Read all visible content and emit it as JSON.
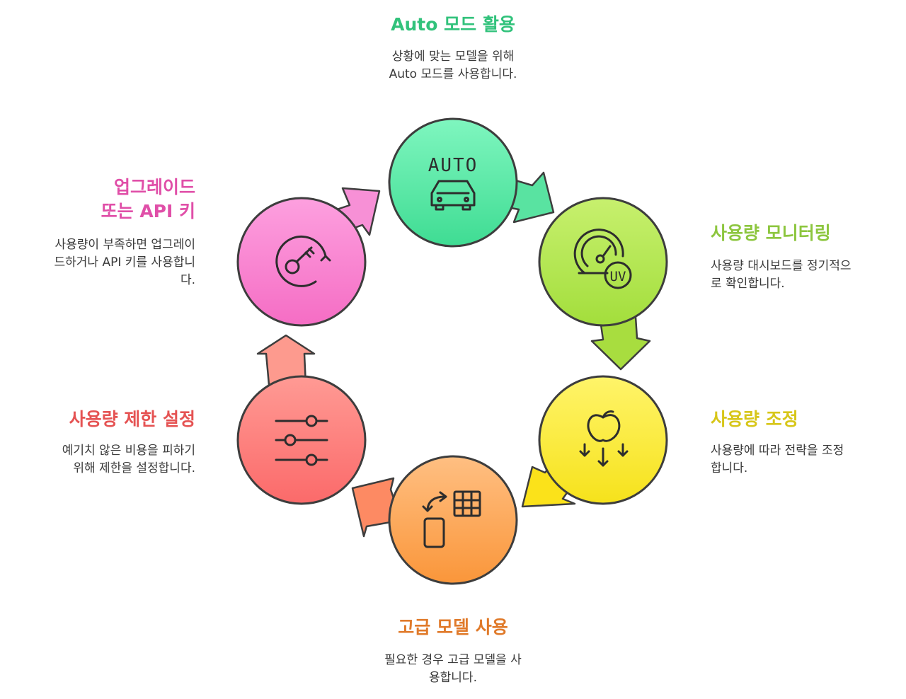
{
  "steps": {
    "auto": {
      "title": "Auto 모드 활용",
      "description": "상황에 맞는 모델을 위해\nAuto 모드를 사용합니다.",
      "icon_label": "AUTO",
      "icon": "auto-car-icon",
      "color": "#31c27b"
    },
    "monitoring": {
      "title": "사용량 모니터링",
      "description": "사용량 대시보드를 정기적으\n로 확인합니다.",
      "icon_label": "UV",
      "icon": "gauge-icon",
      "color": "#8dc63f"
    },
    "adjust": {
      "title": "사용량 조정",
      "description": "사용량에 따라 전략을 조정\n합니다.",
      "icon": "apple-down-arrows-icon",
      "color": "#d7c619"
    },
    "premium": {
      "title": "고급 모델 사용",
      "description": "필요한 경우 고급 모델을 사\n용합니다.",
      "icon": "phone-grid-switch-icon",
      "color": "#e07a2a"
    },
    "limits": {
      "title": "사용량 제한 설정",
      "description": "예기치 않은 비용을 피하기\n위해 제한을 설정합니다.",
      "icon": "sliders-icon",
      "color": "#e55353"
    },
    "upgrade": {
      "title": "업그레이드\n또는 API 키",
      "description": "사용량이 부족하면 업그레이\n드하거나 API 키를 사용합니\n다.",
      "icon": "key-rotate-icon",
      "color": "#e04fa8"
    }
  }
}
